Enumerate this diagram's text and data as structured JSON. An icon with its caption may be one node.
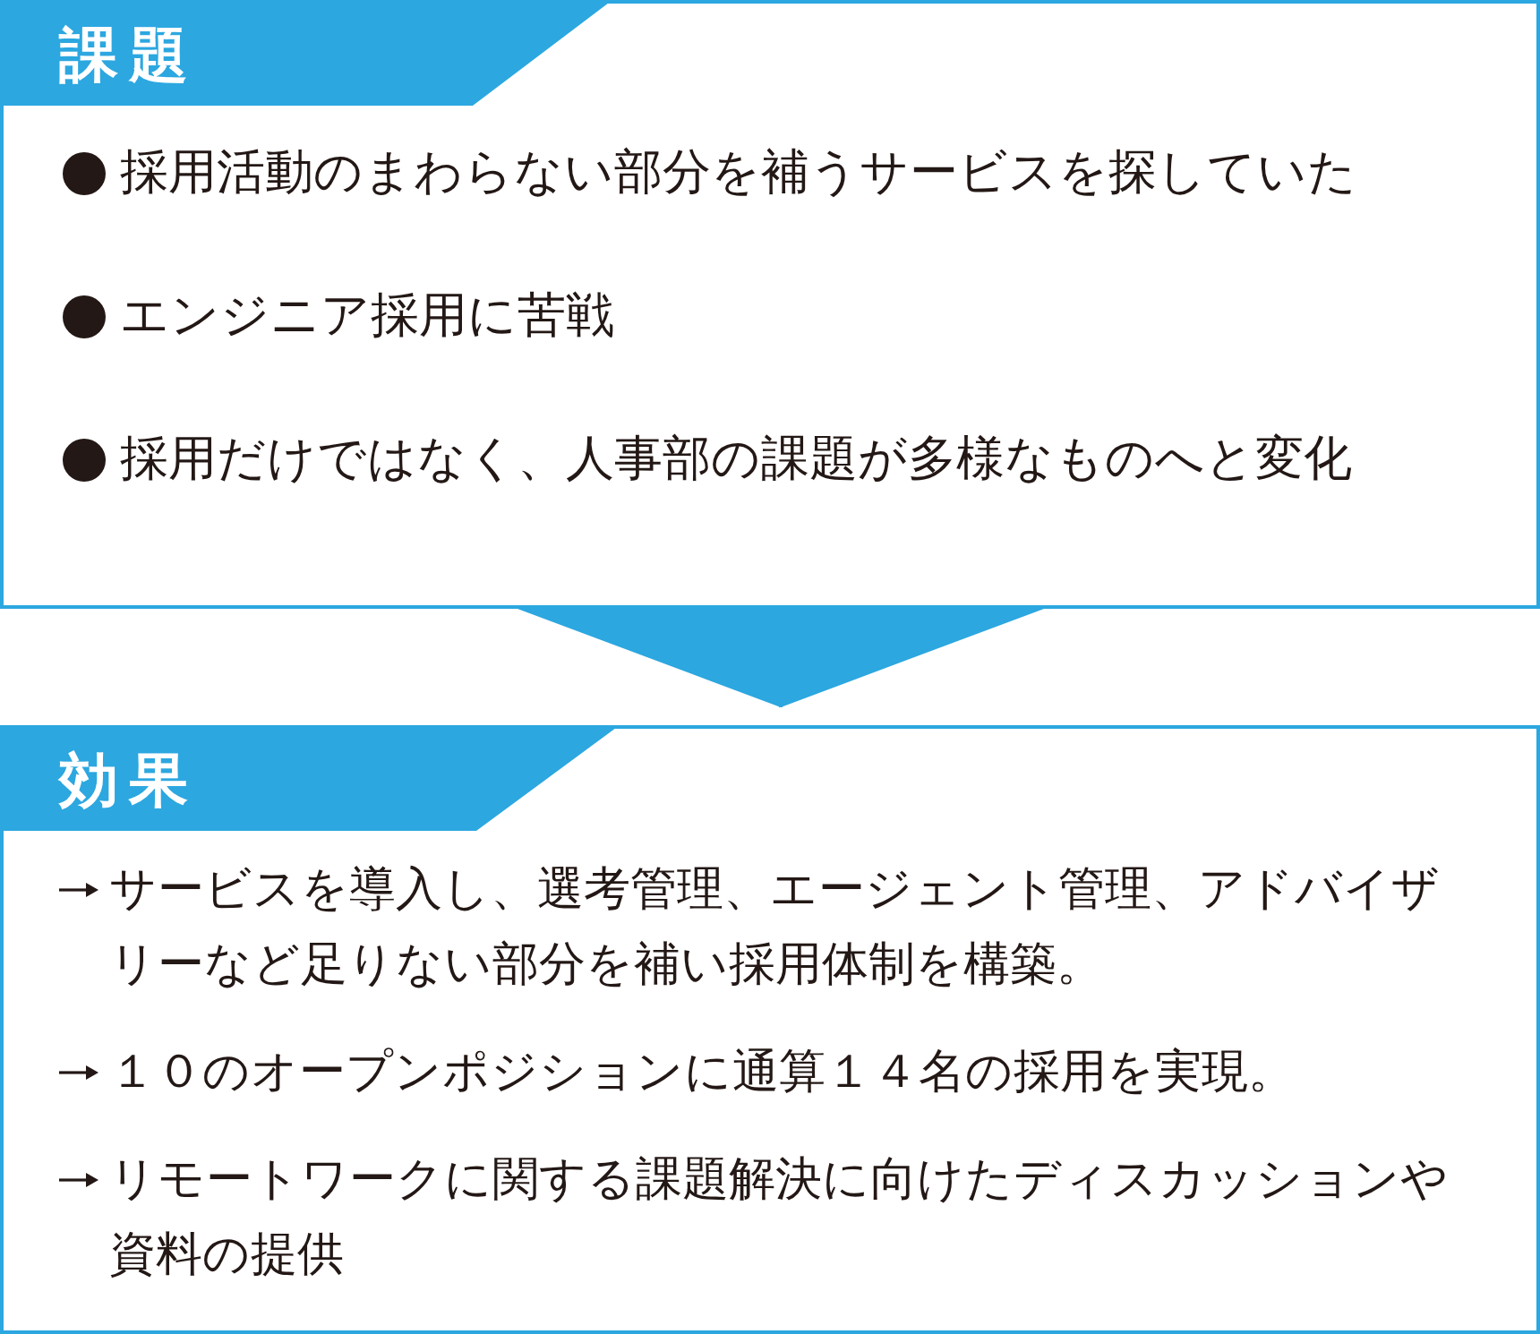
{
  "diagram": {
    "nodes": [
      {
        "text": [
          "課題",
          "採用活動のまわらない部分を補うサービスを探していた",
          "エンジニア採用に苦戦",
          "採用だけではなく、人事部の課題が多様なものへと変化"
        ]
      },
      {
        "text": [
          "効果",
          "サービスを導入し、選考管理、エージェント管理、アドバイザリーなど足りない部分を補い採用体制を構築。",
          "１０のオープンポジションに通算１４名の採用を実現。",
          "リモートワークに関する課題解決に向けたディスカッションや資料の提供"
        ]
      }
    ],
    "edges": [
      {
        "from": 0,
        "to": 1,
        "arrow": "to"
      }
    ]
  }
}
